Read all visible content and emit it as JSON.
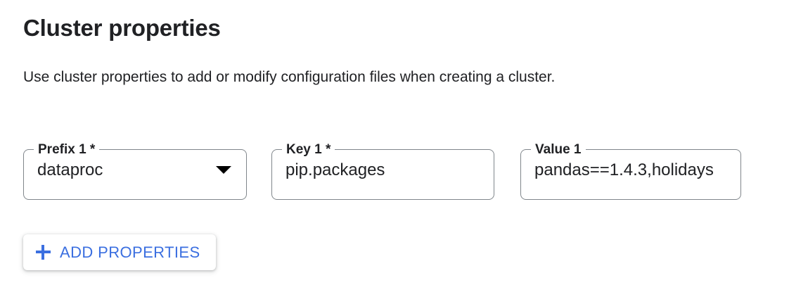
{
  "section": {
    "title": "Cluster properties",
    "description": "Use cluster properties to add or modify configuration files when creating a cluster."
  },
  "fields": [
    {
      "label": "Prefix 1 *",
      "value": "dataproc",
      "placeholder": "",
      "control": "select",
      "icon": "chevron-down-icon"
    },
    {
      "label": "Key 1 *",
      "value": "pip.packages",
      "placeholder": "",
      "control": "text"
    },
    {
      "label": "Value 1",
      "value": "pandas==1.4.3,holidays",
      "placeholder": "",
      "control": "text"
    }
  ],
  "actions": {
    "add_properties_label": "ADD PROPERTIES",
    "add_properties_icon": "plus-icon"
  },
  "colors": {
    "accent": "#3b6fe0",
    "text": "#202124",
    "border": "#80868b",
    "background": "#ffffff"
  }
}
